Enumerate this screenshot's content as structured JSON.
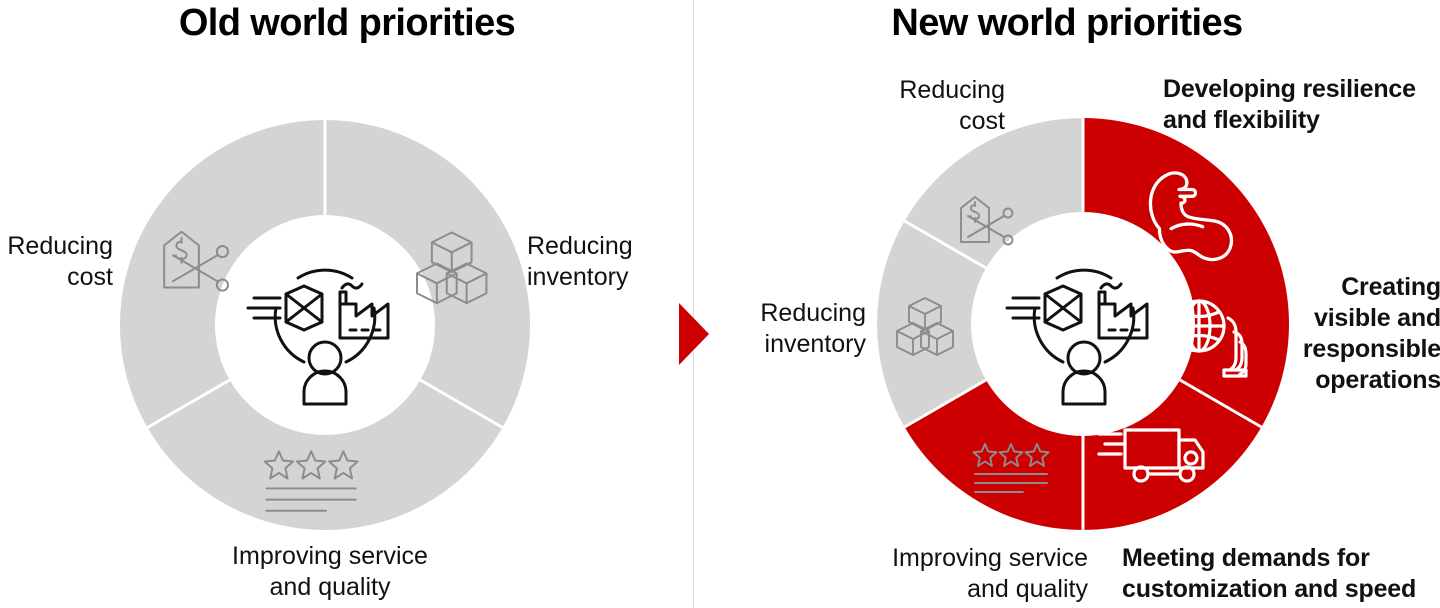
{
  "colors": {
    "red": "#CC0000",
    "gray": "#D4D4D4",
    "gray_icon": "#8C8C8C",
    "white": "#FFFFFF",
    "black": "#111111",
    "divider": "#DCDCDC"
  },
  "panels": {
    "old": {
      "title": "Old world priorities",
      "segment_count": 3,
      "labels": {
        "cost": "Reducing\ncost",
        "inventory": "Reducing\ninventory",
        "service": "Improving service\nand quality"
      },
      "segments": [
        {
          "id": "reducing-inventory",
          "icon": "stacked-boxes-icon",
          "fill": "#D4D4D4",
          "start_deg": 0,
          "end_deg": 120
        },
        {
          "id": "improving-service",
          "icon": "three-stars-rating-icon",
          "fill": "#D4D4D4",
          "start_deg": 120,
          "end_deg": 240
        },
        {
          "id": "reducing-cost",
          "icon": "price-tag-scissors-icon",
          "fill": "#D4D4D4",
          "start_deg": 240,
          "end_deg": 360
        }
      ],
      "center_icon": "supply-chain-hub-icon"
    },
    "new": {
      "title": "New world priorities",
      "segment_count": 6,
      "labels": {
        "cost": "Reducing\ncost",
        "inventory": "Reducing\ninventory",
        "service": "Improving service\nand quality",
        "resilience": "Developing resilience\nand flexibility",
        "visibility": "Creating\nvisible and\nresponsible\noperations",
        "demands": "Meeting demands for\ncustomization and speed"
      },
      "segments": [
        {
          "id": "developing-resilience",
          "icon": "flexed-bicep-icon",
          "fill": "#CC0000",
          "start_deg": 0,
          "end_deg": 60
        },
        {
          "id": "creating-visibility",
          "icon": "globe-in-hands-icon",
          "fill": "#CC0000",
          "start_deg": 60,
          "end_deg": 120
        },
        {
          "id": "meeting-demands",
          "icon": "delivery-truck-speed-icon",
          "fill": "#CC0000",
          "start_deg": 120,
          "end_deg": 180
        },
        {
          "id": "improving-service",
          "icon": "three-stars-rating-icon",
          "fill": "#D4D4D4",
          "start_deg": 180,
          "end_deg": 240
        },
        {
          "id": "reducing-inventory",
          "icon": "stacked-boxes-icon",
          "fill": "#D4D4D4",
          "start_deg": 240,
          "end_deg": 300
        },
        {
          "id": "reducing-cost",
          "icon": "price-tag-scissors-icon",
          "fill": "#D4D4D4",
          "start_deg": 300,
          "end_deg": 360
        }
      ],
      "center_icon": "supply-chain-hub-icon"
    }
  },
  "transition": {
    "icon": "red-right-triangle-arrow-icon",
    "color": "#CC0000"
  }
}
